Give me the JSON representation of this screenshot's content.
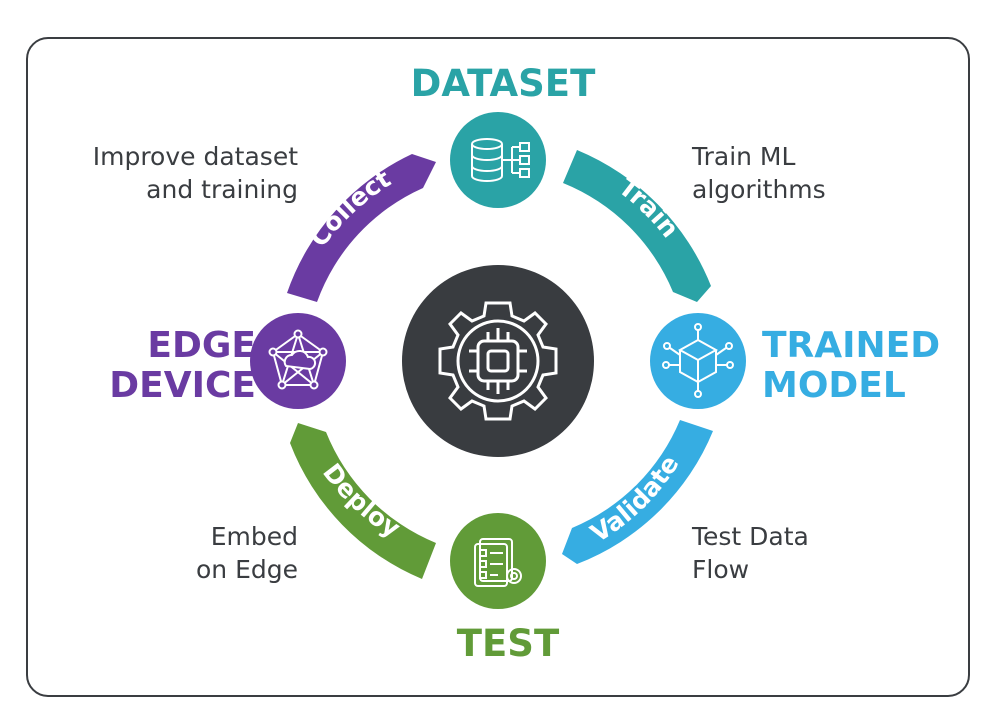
{
  "colors": {
    "dataset": "#2aa3a6",
    "trained_model": "#36ade2",
    "test": "#619b38",
    "edge_device": "#6a3ba2",
    "center": "#393c40",
    "text": "#3a3d41"
  },
  "stages": {
    "dataset": "DATASET",
    "trained_model": [
      "TRAINED",
      "MODEL"
    ],
    "test": "TEST",
    "edge_device": [
      "EDGE",
      "DEVICE"
    ]
  },
  "arrows": {
    "train": "Train",
    "validate": "Validate",
    "deploy": "Deploy",
    "collect": "Collect"
  },
  "descriptions": {
    "collect": [
      "Improve dataset",
      "and training"
    ],
    "train": [
      "Train ML",
      "algorithms"
    ],
    "validate": [
      "Test Data",
      "Flow"
    ],
    "deploy": [
      "Embed",
      "on Edge"
    ]
  },
  "icons": {
    "dataset": "database-network-icon",
    "trained_model": "cube-network-icon",
    "test": "checklist-gear-icon",
    "edge_device": "cloud-network-icon",
    "center": "chip-gear-icon"
  }
}
